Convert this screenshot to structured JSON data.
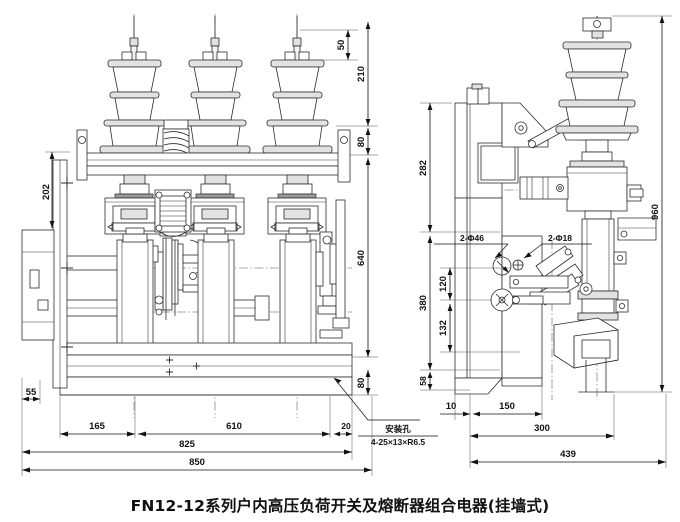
{
  "drawing": {
    "caption": "FN12-12系列户内高压负荷开关及熔断器组合电器(挂墙式)",
    "title_code": "FN12-12",
    "annotations": [
      {
        "id": "mounting-hole-label",
        "text": "安装孔"
      },
      {
        "id": "mounting-hole-spec",
        "text": "4-25×13×R6.5"
      },
      {
        "id": "hole-46",
        "text": "2-Φ46"
      },
      {
        "id": "hole-18",
        "text": "2-Φ18"
      }
    ],
    "front_view": {
      "name": "front-view",
      "horizontal_dims": [
        {
          "id": "dim-55",
          "value": "55"
        },
        {
          "id": "dim-165",
          "value": "165"
        },
        {
          "id": "dim-610",
          "value": "610"
        },
        {
          "id": "dim-20",
          "value": "20"
        },
        {
          "id": "dim-825",
          "value": "825"
        },
        {
          "id": "dim-850",
          "value": "850"
        }
      ],
      "vertical_dims": [
        {
          "id": "dim-202",
          "value": "202"
        },
        {
          "id": "dim-50",
          "value": "50"
        },
        {
          "id": "dim-210",
          "value": "210"
        },
        {
          "id": "dim-80-top",
          "value": "80"
        },
        {
          "id": "dim-640",
          "value": "640"
        },
        {
          "id": "dim-80-bot",
          "value": "80"
        }
      ]
    },
    "side_view": {
      "name": "side-view",
      "horizontal_dims": [
        {
          "id": "dim-10",
          "value": "10"
        },
        {
          "id": "dim-150",
          "value": "150"
        },
        {
          "id": "dim-300",
          "value": "300"
        },
        {
          "id": "dim-439",
          "value": "439"
        }
      ],
      "vertical_dims": [
        {
          "id": "dim-282",
          "value": "282"
        },
        {
          "id": "dim-380",
          "value": "380"
        },
        {
          "id": "dim-120",
          "value": "120"
        },
        {
          "id": "dim-132",
          "value": "132"
        },
        {
          "id": "dim-58",
          "value": "58"
        },
        {
          "id": "dim-960",
          "value": "960"
        }
      ]
    },
    "colors": {
      "background": "#ffffff",
      "line": "#2b2b2b",
      "dimension": "#111111",
      "shade": "#9a9a9a"
    }
  }
}
